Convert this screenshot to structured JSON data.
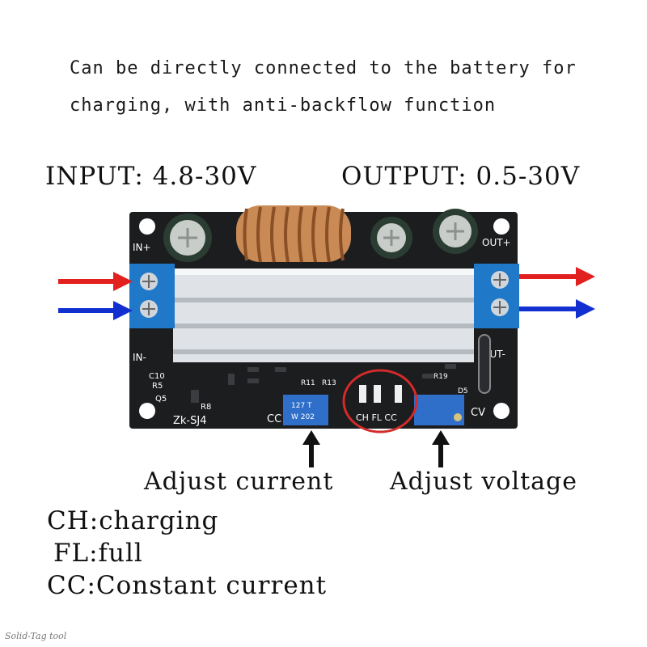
{
  "headline": {
    "line1": "Can be directly connected to the battery for",
    "line2": "charging, with anti-backflow function"
  },
  "specs": {
    "input": "INPUT: 4.8-30V",
    "output": "OUTPUT: 0.5-30V"
  },
  "board": {
    "label_in_plus": "IN+",
    "label_in_minus": "IN-",
    "label_out_plus": "OUT+",
    "label_out_minus": "OUT-",
    "model": "Zk-SJ4",
    "label_cc": "CC",
    "label_cv": "CV",
    "pot_left_code": "127 T",
    "pot_left_code2": "W 202",
    "led_labels": "CH FL CC",
    "silk_c10": "C10",
    "silk_r5": "R5",
    "silk_q5": "Q5",
    "silk_r8": "R8",
    "silk_r11": "R11",
    "silk_r13": "R13",
    "silk_r19": "R19",
    "silk_d5": "D5"
  },
  "adjust": {
    "current": "Adjust current",
    "voltage": "Adjust voltage"
  },
  "legend": {
    "ch": "CH:charging",
    "fl": "FL:full",
    "cc": "CC:Constant current"
  },
  "watermark": "Solid-Tag tool",
  "colors": {
    "pcb": "#1c1d1f",
    "terminal": "#1f78c8",
    "arrow_positive": "#e32020",
    "arrow_negative": "#1230d0",
    "heatsink": "#dfe3e7",
    "highlight_circle": "#d42a2a",
    "pot": "#2f6fc9"
  }
}
